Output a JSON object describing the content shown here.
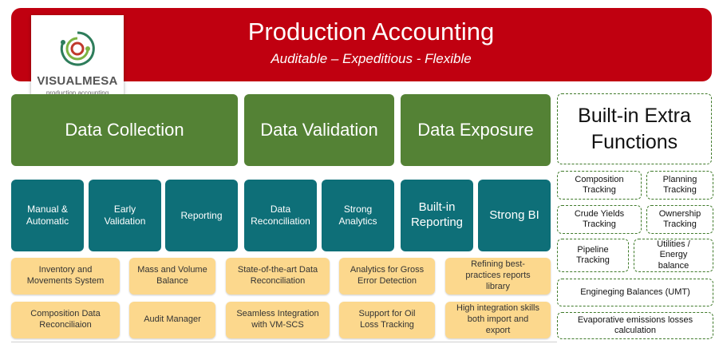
{
  "banner": {
    "title": "Production Accounting",
    "subtitle": "Auditable – Expeditious - Flexible",
    "color": "#c00010"
  },
  "logo": {
    "name": "VISUALMESA",
    "tagline": "production accounting",
    "colors": [
      "#2e7d5b",
      "#c0392b",
      "#7cb342"
    ]
  },
  "categories": [
    {
      "id": "data-collection",
      "label": "Data Collection"
    },
    {
      "id": "data-validation",
      "label": "Data Validation"
    },
    {
      "id": "data-exposure",
      "label": "Data Exposure"
    }
  ],
  "extras": {
    "title": "Built-in Extra Functions",
    "items": [
      "Composition Tracking",
      "Planning Tracking",
      "Crude Yields Tracking",
      "Ownership Tracking",
      "Pipeline Tracking",
      "Utilities / Energy balance",
      "Engineging Balances (UMT)",
      "Evaporative emissions losses calculation"
    ]
  },
  "modules": [
    "Manual & Automatic",
    "Early Validation",
    "Reporting",
    "Data Reconciliation",
    "Strong Analytics",
    "Built-in Reporting",
    "Strong BI"
  ],
  "features": [
    "Inventory and Movements System",
    "Mass and Volume Balance",
    "State-of-the-art Data Reconciliation",
    "Analytics for Gross Error Detection",
    "Refining best-practices reports library",
    "Composition Data Reconciliaion",
    "Audit Manager",
    "Seamless Integration with VM-SCS",
    "Support for Oil Loss Tracking",
    "High integration skills both import and export"
  ],
  "palette": {
    "green": "#548235",
    "teal": "#0e6f78",
    "peach": "#fcd88d",
    "dashed_border": "#3f7a2a"
  }
}
